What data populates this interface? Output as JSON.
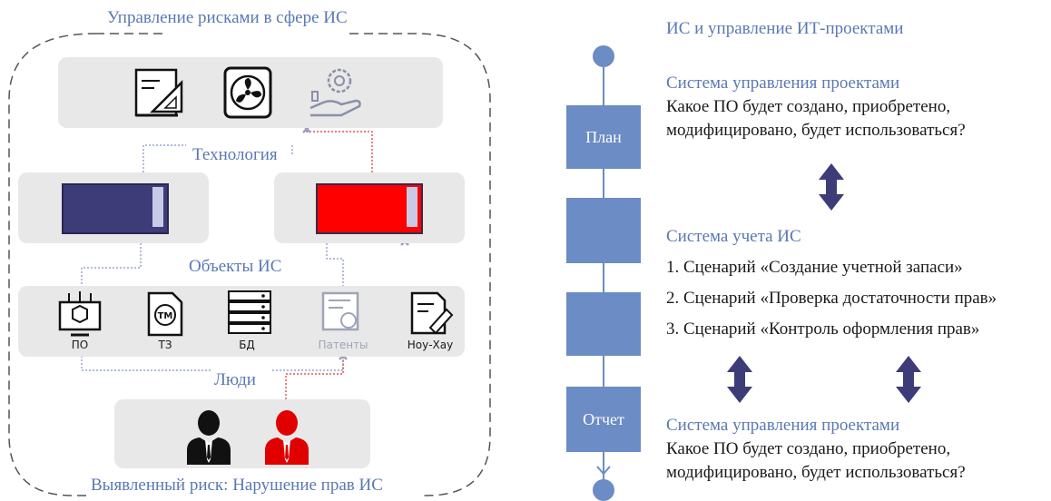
{
  "left": {
    "title": "Управление рисками в сфере ИС",
    "band_technology": "Технология",
    "band_objects": "Объекты ИС",
    "band_people": "Люди",
    "footer": "Выявленный риск: Нарушение прав ИС",
    "objects": [
      {
        "label": "ПО",
        "icon": "software-module-icon"
      },
      {
        "label": "ТЗ",
        "icon": "trademark-document-icon"
      },
      {
        "label": "БД",
        "icon": "database-server-icon"
      },
      {
        "label": "Патенты",
        "icon": "patent-certificate-icon"
      },
      {
        "label": "Ноу-Хау",
        "icon": "knowhow-document-icon"
      }
    ],
    "colors": {
      "bar_blue": "#3d3b78",
      "bar_red": "#ff0000",
      "risk": "#e00000",
      "panel": "#e8e8e8"
    }
  },
  "right": {
    "title": "ИС и управление ИТ-проектами",
    "steps": [
      "План",
      "",
      "",
      "Отчет"
    ],
    "block1_title": "Система управления проектами",
    "block1_text_1": "Какое ПО будет создано, приобретено,",
    "block1_text_2": "модифицировано, будет использоваться?",
    "block2_title": "Система учета ИС",
    "scenarios": [
      "1. Сценарий «Создание учетной запаси»",
      "2. Сценарий «Проверка достаточности прав»",
      "3. Сценарий «Контроль оформления прав»"
    ],
    "block3_title": "Система управления проектами",
    "block3_text_1": "Какое ПО будет создано, приобретено,",
    "block3_text_2": "модифицировано, будет использоваться?",
    "colors": {
      "square": "#6b8cc4",
      "arrow": "#3d3b78"
    }
  }
}
